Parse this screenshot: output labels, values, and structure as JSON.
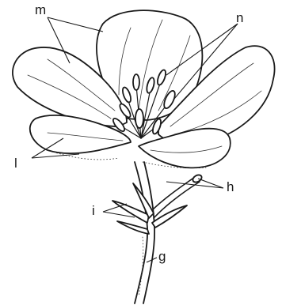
{
  "labels": {
    "m": "m",
    "n": "n",
    "l": "l",
    "h": "h",
    "i": "i",
    "g": "g"
  }
}
